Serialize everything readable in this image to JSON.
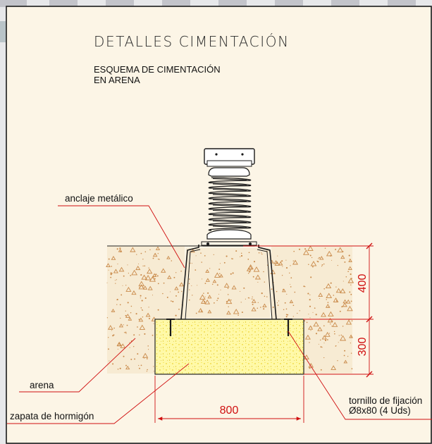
{
  "drawing": {
    "title": "DETALLES CIMENTACIÓN",
    "subtitle_line1": "ESQUEMA DE CIMENTACIÓN",
    "subtitle_line2": "EN ARENA"
  },
  "labels": {
    "anchor": "anclaje metálico",
    "sand": "arena",
    "footing": "zapata de hormigón",
    "screw_line1": "tornillo de fijación",
    "screw_line2": "Ø8x80 (4 Uds)"
  },
  "dimensions": {
    "height_upper": "400",
    "height_lower": "300",
    "width": "800"
  },
  "colors": {
    "background": "#fcf5e6",
    "dimension_red": "#d01010",
    "concrete_yellow": "#fff9a8",
    "sand_speckle": "#c98a4a",
    "frame": "#1a1a1a",
    "top_tabs": "#c9c9cf"
  }
}
